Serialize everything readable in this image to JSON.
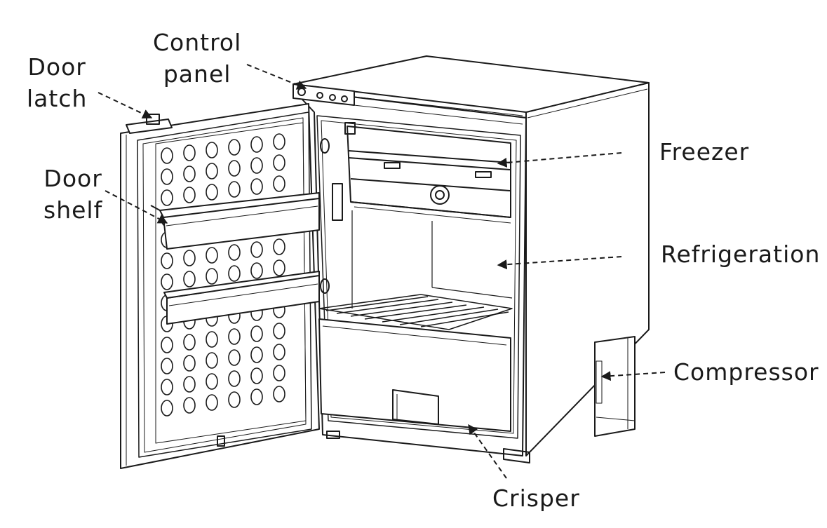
{
  "labels": {
    "door_latch": [
      "Door",
      "latch"
    ],
    "control_panel": [
      "Control",
      "panel"
    ],
    "door_shelf": [
      "Door",
      "shelf"
    ],
    "freezer": "Freezer",
    "refrigeration": "Refrigeration",
    "compressor": "Compressor",
    "crisper": "Crisper"
  },
  "colors": {
    "line": "#1a1a1a",
    "text": "#1a1a1a",
    "background": "#ffffff"
  }
}
